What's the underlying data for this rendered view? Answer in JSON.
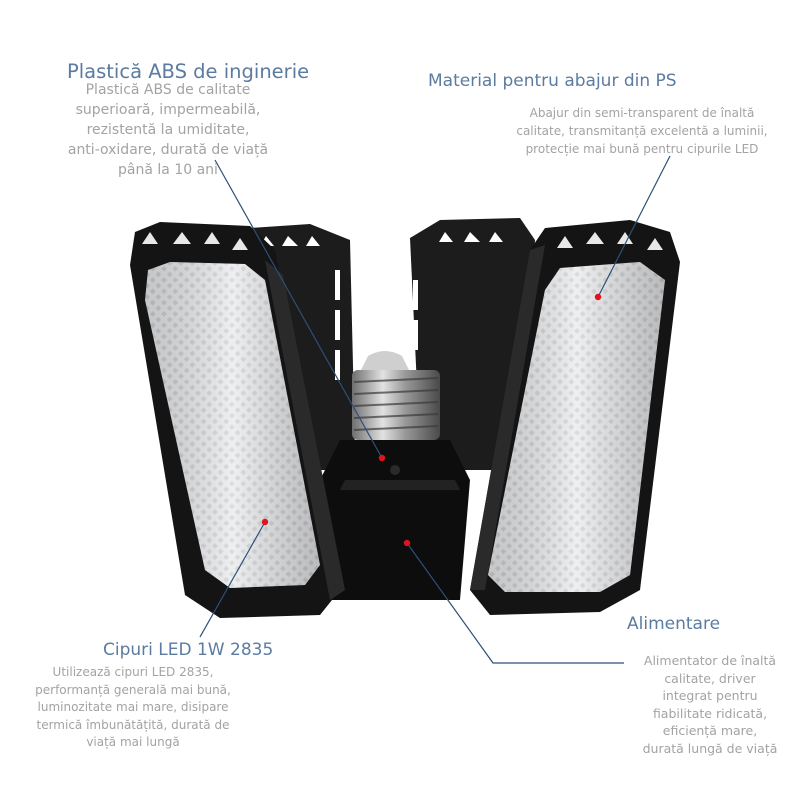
{
  "product": {
    "name": "Folding LED garage light (4 panels, E27 base)",
    "accent_color": "#5b7ba0",
    "text_color": "#a3a3a3",
    "marker_color": "#e0141e",
    "leader_color": "#2d4f78"
  },
  "callouts": [
    {
      "id": "abs",
      "title": "Plastică ABS de inginerie",
      "lines": [
        "Plastică ABS de calitate",
        "superioară, impermeabilă,",
        "rezistentă la umiditate,",
        "anti-oxidare, durată de viață",
        "până la 10 ani"
      ]
    },
    {
      "id": "ps",
      "title": "Material pentru abajur din PS",
      "lines": [
        "Abajur din semi-transparent de înaltă",
        "calitate, transmitanță excelentă a luminii,",
        "protecție mai bună pentru cipurile LED"
      ]
    },
    {
      "id": "led",
      "title": "Cipuri LED 1W 2835",
      "lines": [
        "Utilizează cipuri LED 2835,",
        "performanță generală mai bună,",
        "luminozitate mai mare, disipare",
        "termică îmbunătățită, durată de",
        "viață mai lungă"
      ]
    },
    {
      "id": "ali",
      "title": "Alimentare",
      "lines": [
        "Alimentator de înaltă",
        "calitate, driver",
        "integrat pentru",
        "fiabilitate ridicată,",
        "eficiență mare,",
        "durată lungă de viață"
      ]
    }
  ]
}
